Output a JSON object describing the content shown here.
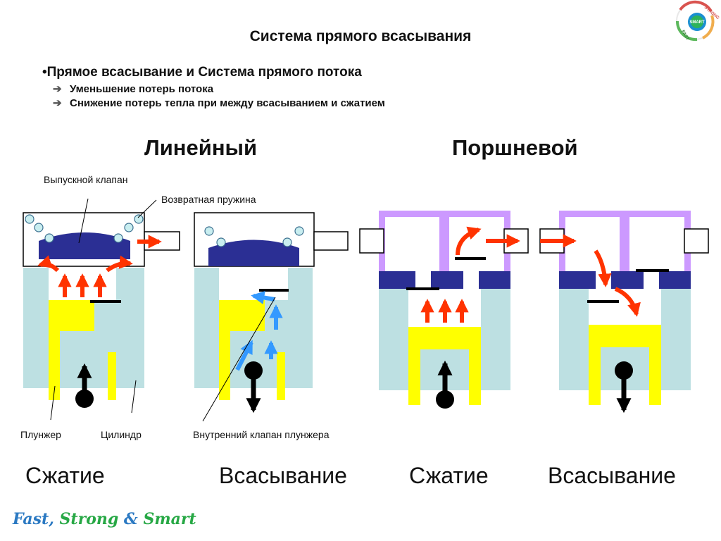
{
  "title": "Система прямого всасывания",
  "bullet": "•Прямое всасывание и Система прямого потока",
  "subpoints": [
    "Уменьшение потерь потока",
    "Снижение потерь тепла при между всасыванием и сжатием"
  ],
  "subpoint_icon": "right-arrow-icon",
  "sections": {
    "linear": "Линейный",
    "piston": "Поршневой"
  },
  "labels": {
    "exhaust_valve": "Выпускной клапан",
    "return_spring": "Возвратная пружина",
    "plunger": "Плунжер",
    "cylinder": "Цилиндр",
    "inner_valve": "Внутренний клапан плунжера"
  },
  "captions": [
    "Сжатие",
    "Всасывание",
    "Сжатие",
    "Всасывание"
  ],
  "logo": {
    "parts": [
      "Fast",
      ", ",
      "Strong",
      " & ",
      "Smart"
    ],
    "badge": [
      "STRONG",
      "SMART",
      "FAST"
    ]
  },
  "colors": {
    "cylinder": "#bde0e2",
    "plunger": "#ffff00",
    "valve": "#2b2f94",
    "frame": "#cc99ff",
    "flow_red": "#ff3300",
    "flow_blue": "#3399ff",
    "spring": "#c9eef0"
  }
}
